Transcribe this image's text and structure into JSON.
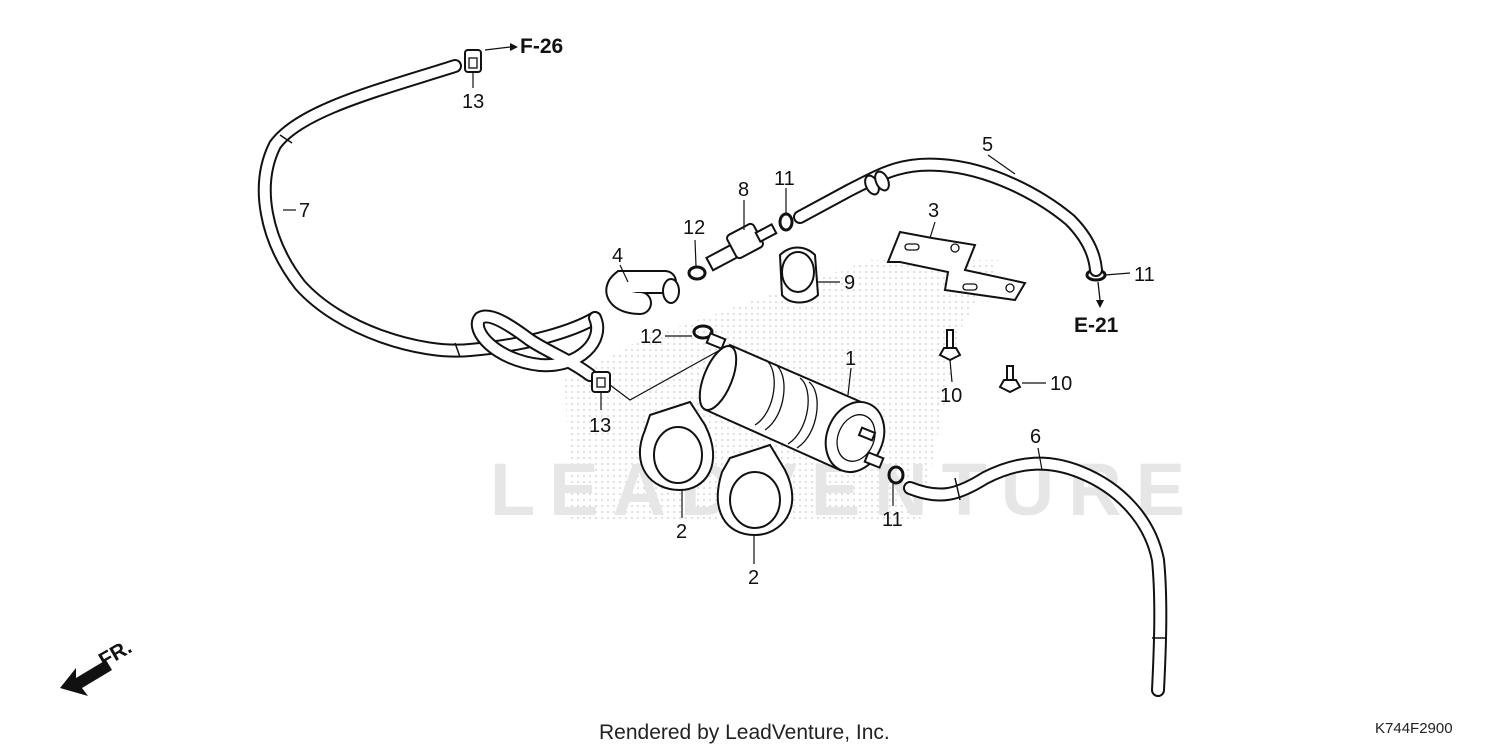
{
  "watermark": "LEADVENTURE",
  "footer": {
    "rendered_by": "Rendered by LeadVenture, Inc.",
    "diagram_code": "K744F2900"
  },
  "references": {
    "f26": "F-26",
    "e21": "E-21"
  },
  "front_indicator": "FR.",
  "callouts": {
    "p1": "1",
    "p2a": "2",
    "p2b": "2",
    "p3": "3",
    "p4": "4",
    "p5": "5",
    "p6": "6",
    "p7": "7",
    "p8": "8",
    "p9": "9",
    "p10a": "10",
    "p10b": "10",
    "p11a": "11",
    "p11b": "11",
    "p11c": "11",
    "p12a": "12",
    "p12b": "12",
    "p13a": "13",
    "p13b": "13"
  }
}
